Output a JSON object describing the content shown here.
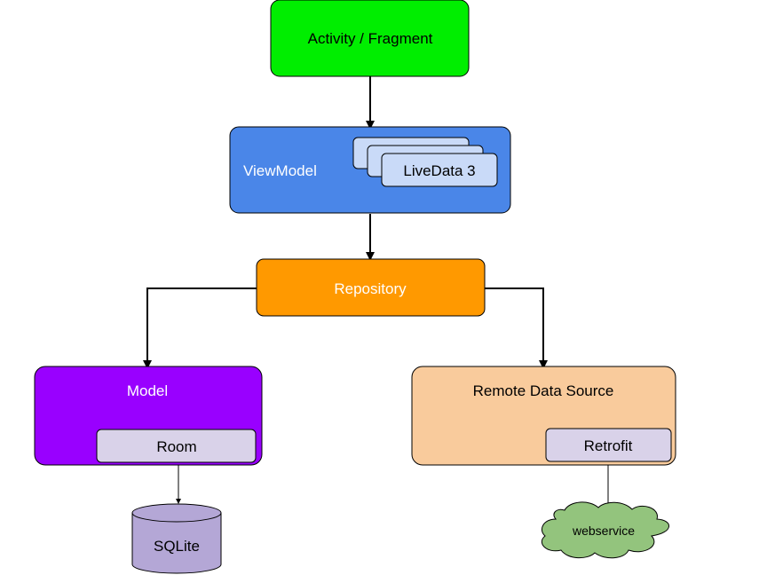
{
  "nodes": {
    "activity": {
      "label": "Activity / Fragment"
    },
    "viewmodel": {
      "label": "ViewModel"
    },
    "livedata": {
      "label": "LiveData 3"
    },
    "repository": {
      "label": "Repository"
    },
    "model": {
      "label": "Model"
    },
    "room": {
      "label": "Room"
    },
    "remote": {
      "label": "Remote Data Source"
    },
    "retrofit": {
      "label": "Retrofit"
    },
    "sqlite": {
      "label": "SQLite"
    },
    "webservice": {
      "label": "webservice"
    }
  },
  "colors": {
    "activity": "#00ee00",
    "viewmodel": "#4a86e8",
    "livedata": "#c9daf8",
    "repository": "#ff9900",
    "model": "#9900ff",
    "sublabel_box": "#d9d2e9",
    "remote": "#f9cb9c",
    "sqlite": "#b4a7d6",
    "webservice": "#93c47d",
    "stroke": "#000000"
  }
}
